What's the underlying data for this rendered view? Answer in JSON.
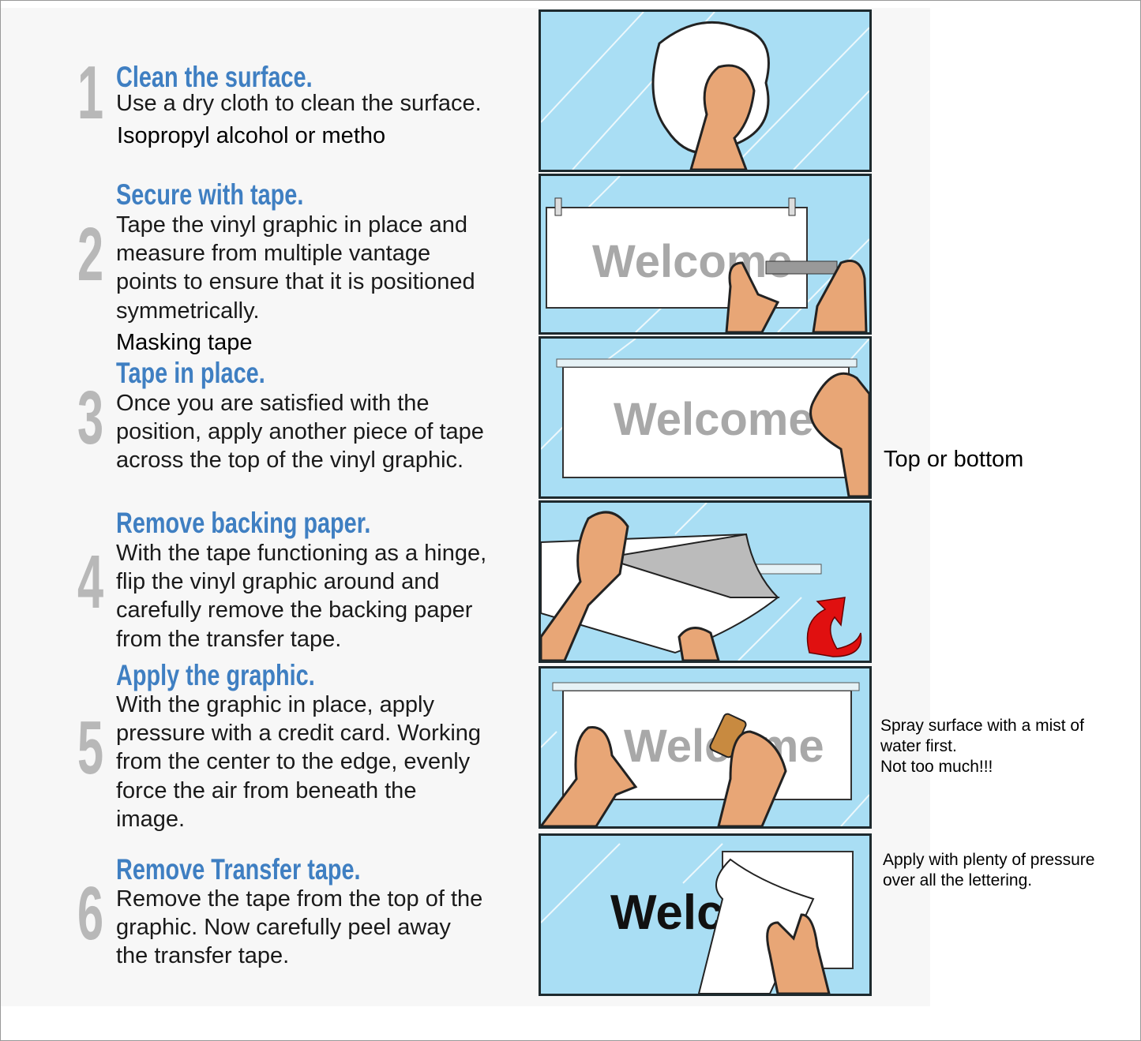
{
  "steps": [
    {
      "number": "1",
      "title": "Clean the surface.",
      "lines": [
        "Use a dry cloth to clean the surface."
      ]
    },
    {
      "number": "2",
      "title": "Secure with tape.",
      "lines": [
        "Tape the vinyl graphic in place and",
        "measure from multiple vantage",
        "points to ensure that it is positioned",
        "symmetrically."
      ]
    },
    {
      "number": "3",
      "title": "Tape in place.",
      "lines": [
        "Once you are satisfied with the",
        "position, apply another piece of tape",
        "across the top of the vinyl graphic."
      ]
    },
    {
      "number": "4",
      "title": "Remove backing paper.",
      "lines": [
        "With the tape functioning as a hinge,",
        "flip the vinyl graphic around and",
        "carefully remove the backing paper",
        "from the transfer tape."
      ]
    },
    {
      "number": "5",
      "title": "Apply the graphic.",
      "lines": [
        "With the graphic in place, apply",
        "pressure with a credit card. Working",
        "from the center to the edge, evenly",
        "force the air from beneath the",
        "image."
      ]
    },
    {
      "number": "6",
      "title": "Remove Transfer tape.",
      "lines": [
        "Remove the tape from the top of the",
        "graphic. Now carefully peel away",
        "the transfer tape."
      ]
    }
  ],
  "notes": {
    "step1": "Isopropyl alcohol or metho",
    "step2": "Masking tape",
    "step3": "Top or bottom",
    "step5": [
      "Spray surface with a mist of",
      "water first.",
      "Not too much!!!"
    ],
    "step6": [
      "Apply with plenty of pressure",
      "over all the lettering."
    ]
  },
  "illustrations": {
    "sign_word": "Welcome",
    "sign_partial": "Welc"
  },
  "colors": {
    "heading": "#3f7fc2",
    "panel_bg": "#a9def4",
    "skin": "#e8a676",
    "arrow": "#e01010"
  }
}
